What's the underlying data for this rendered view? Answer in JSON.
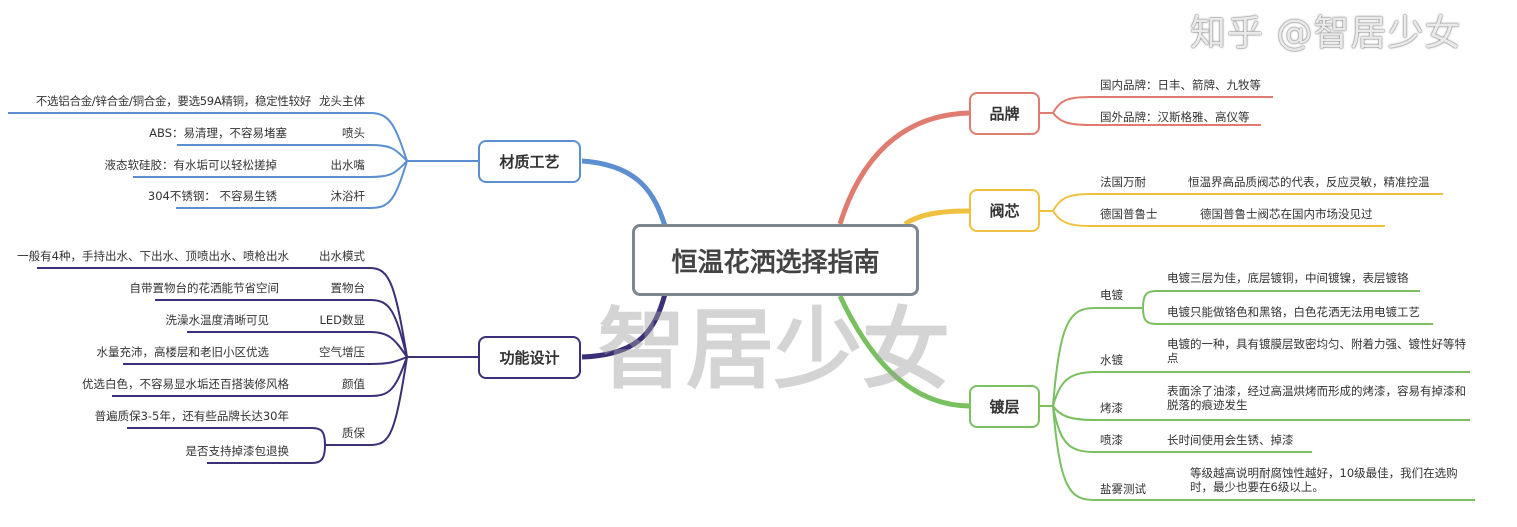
{
  "center": {
    "title": "恒温花洒选择指南"
  },
  "colors": {
    "material": "#5b8fd0",
    "function": "#3b2f78",
    "brand": "#e07b70",
    "valve": "#f0c040",
    "coating": "#78c060",
    "center_border": "#7d8590"
  },
  "material": {
    "label": "材质工艺",
    "items": [
      {
        "name": "龙头主体",
        "detail": "不选铝合金/锌合金/铜合金，要选59A精铜，稳定性较好"
      },
      {
        "name": "喷头",
        "detail": "ABS：易清理，不容易堵塞"
      },
      {
        "name": "出水嘴",
        "detail": "液态软硅胶：有水垢可以轻松搓掉"
      },
      {
        "name": "沐浴杆",
        "detail": "304不锈钢： 不容易生锈"
      }
    ]
  },
  "function": {
    "label": "功能设计",
    "items": [
      {
        "name": "出水模式",
        "detail": "一般有4种，手持出水、下出水、顶喷出水、喷枪出水"
      },
      {
        "name": "置物台",
        "detail": "自带置物台的花洒能节省空间"
      },
      {
        "name": "LED数显",
        "detail": "洗澡水温度清晰可见"
      },
      {
        "name": "空气增压",
        "detail": "水量充沛，高楼层和老旧小区优选"
      },
      {
        "name": "颜值",
        "detail": "优选白色，不容易显水垢还百搭装修风格"
      },
      {
        "name": "质保",
        "details": [
          "普遍质保3-5年，还有些品牌长达30年",
          "是否支持掉漆包退换"
        ]
      }
    ]
  },
  "brand": {
    "label": "品牌",
    "items": [
      "国内品牌：日丰、箭牌、九牧等",
      "国外品牌：汉斯格雅、高仪等"
    ]
  },
  "valve": {
    "label": "阀芯",
    "items": [
      {
        "name": "法国万耐",
        "detail": "恒温界高品质阀芯的代表，反应灵敏，精准控温"
      },
      {
        "name": "德国普鲁士",
        "detail": "德国普鲁士阀芯在国内市场没见过"
      }
    ]
  },
  "coating": {
    "label": "镀层",
    "items": [
      {
        "name": "电镀",
        "details": [
          "电镀三层为佳，底层镀铜，中间镀镍，表层镀铬",
          "电镀只能做铬色和黑铬，白色花洒无法用电镀工艺"
        ]
      },
      {
        "name": "水镀",
        "detail": "电镀的一种，具有镀膜层致密均匀、附着力强、镀性好等特点"
      },
      {
        "name": "烤漆",
        "detail": "表面涂了油漆，经过高温烘烤而形成的烤漆，容易有掉漆和脱落的痕迹发生"
      },
      {
        "name": "喷漆",
        "detail": "长时间使用会生锈、掉漆"
      },
      {
        "name": "盐雾测试",
        "detail": "等级越高说明耐腐蚀性越好，10级最佳，我们在选购时，最少也要在6级以上。"
      }
    ]
  },
  "watermarks": {
    "center": "智居少女",
    "corner": "知乎 @智居少女"
  }
}
